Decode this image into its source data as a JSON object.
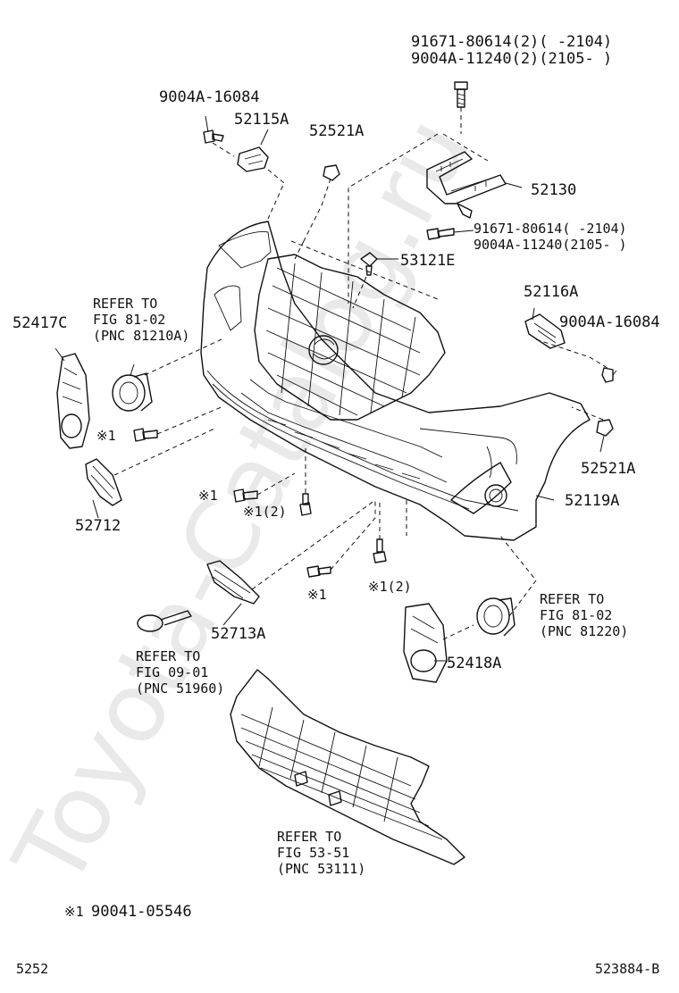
{
  "watermark": "Toyota-Catalog.ru",
  "colors": {
    "ink": "#111111",
    "watermark": "#cfcfcf",
    "background": "#ffffff"
  },
  "parts": {
    "bolt_top_a": "91671-80614(2)(    -2104)",
    "bolt_top_b": "9004A-11240(2)(2105-    )",
    "clip_left_top": "9004A-16084",
    "bracket_left": "52115A",
    "nut_top": "52521A",
    "bracket_center": "52130",
    "bolt_mid_a": "91671-80614(    -2104)",
    "bolt_mid_b": "9004A-11240(2105-    )",
    "clip_center": "53121E",
    "bracket_right": "52116A",
    "clip_right": "9004A-16084",
    "nut_right": "52521A",
    "bumper_cover": "52119A",
    "cover_left": "52417C",
    "cover_right": "52418A",
    "grille_left": "52712",
    "grille_center": "52713A"
  },
  "refs": {
    "ref_fog_left": [
      "REFER TO",
      "FIG 81-02",
      "(PNC 81210A)"
    ],
    "ref_fog_right": [
      "REFER TO",
      "FIG 81-02",
      "(PNC 81220)"
    ],
    "ref_tow_hook": [
      "REFER TO",
      "FIG 09-01",
      "(PNC 51960)"
    ],
    "ref_lower_grille": [
      "REFER TO",
      "FIG 53-51",
      "(PNC 53111)"
    ]
  },
  "markers": {
    "m1_left": "※1",
    "m1_a": "※1",
    "m1_b": "※1(2)",
    "m1_c": "※1",
    "m1_d": "※1(2)"
  },
  "footnote": {
    "mark": "※1",
    "part": "90041-05546"
  },
  "footer": {
    "page": "5252",
    "code": "523884-B"
  }
}
